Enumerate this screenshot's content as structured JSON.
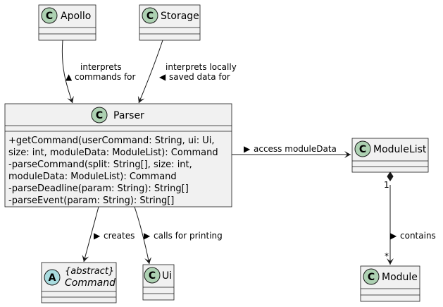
{
  "classes": {
    "apollo": {
      "name": "Apollo",
      "stereotype": "C"
    },
    "storage": {
      "name": "Storage",
      "stereotype": "C"
    },
    "parser": {
      "name": "Parser",
      "stereotype": "C",
      "methods": [
        "+getCommand(userCommand: String, ui: Ui,",
        "size: int, moduleData: ModuleList): Command",
        "-parseCommand(split: String[], size: int,",
        "moduleData: ModuleList): Command",
        "-parseDeadline(param: String): String[]",
        "-parseEvent(param: String): String[]"
      ]
    },
    "modulelist": {
      "name": "ModuleList",
      "stereotype": "C"
    },
    "command": {
      "name": "Command",
      "modifier": "{abstract}",
      "stereotype": "A"
    },
    "ui": {
      "name": "Ui",
      "stereotype": "C"
    },
    "module": {
      "name": "Module",
      "stereotype": "C"
    }
  },
  "relations": {
    "apollo_parser": {
      "lines": [
        "interprets",
        "commands for"
      ],
      "arrow": "▲"
    },
    "storage_parser": {
      "lines": [
        "interprets locally",
        "saved data for"
      ],
      "arrow": "◀"
    },
    "parser_modulelist": {
      "label": "access moduleData",
      "arrow": "▶"
    },
    "parser_command": {
      "label": "creates",
      "arrow": "▶"
    },
    "parser_ui": {
      "label": "calls for printing",
      "arrow": "▶"
    },
    "modulelist_module": {
      "label": "contains",
      "arrow": "▶",
      "source_mult": "1",
      "target_mult": "*"
    }
  }
}
